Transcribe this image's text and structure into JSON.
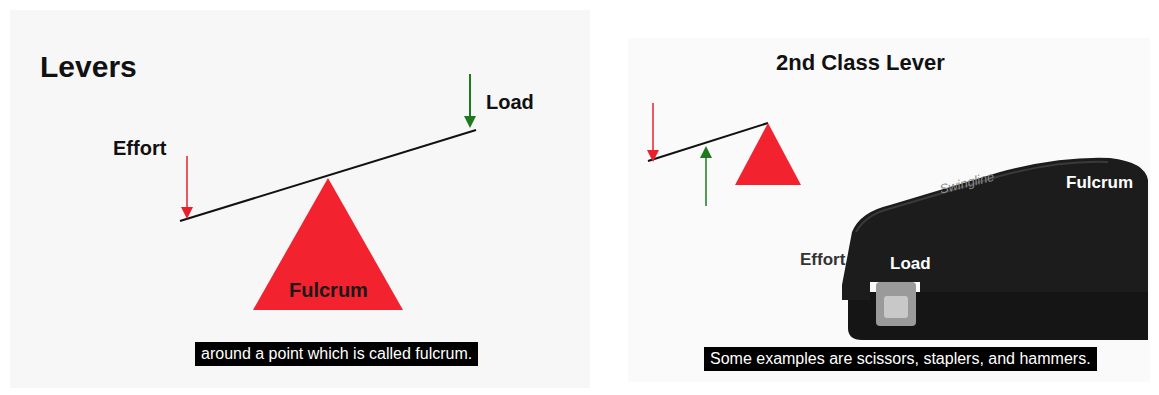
{
  "diagram": {
    "nodes": [
      {
        "text": [
          "Fulcrum"
        ]
      },
      {
        "text": [
          "around a point which is called fulcrum."
        ]
      },
      {
        "text": [
          "Some examples are scissors, staplers, and hammers."
        ]
      }
    ],
    "labels": [
      "Levers",
      "Effort",
      "Load",
      "2nd Class Lever",
      "Swingline",
      "Fulcrum",
      "Effort",
      "Load"
    ]
  }
}
